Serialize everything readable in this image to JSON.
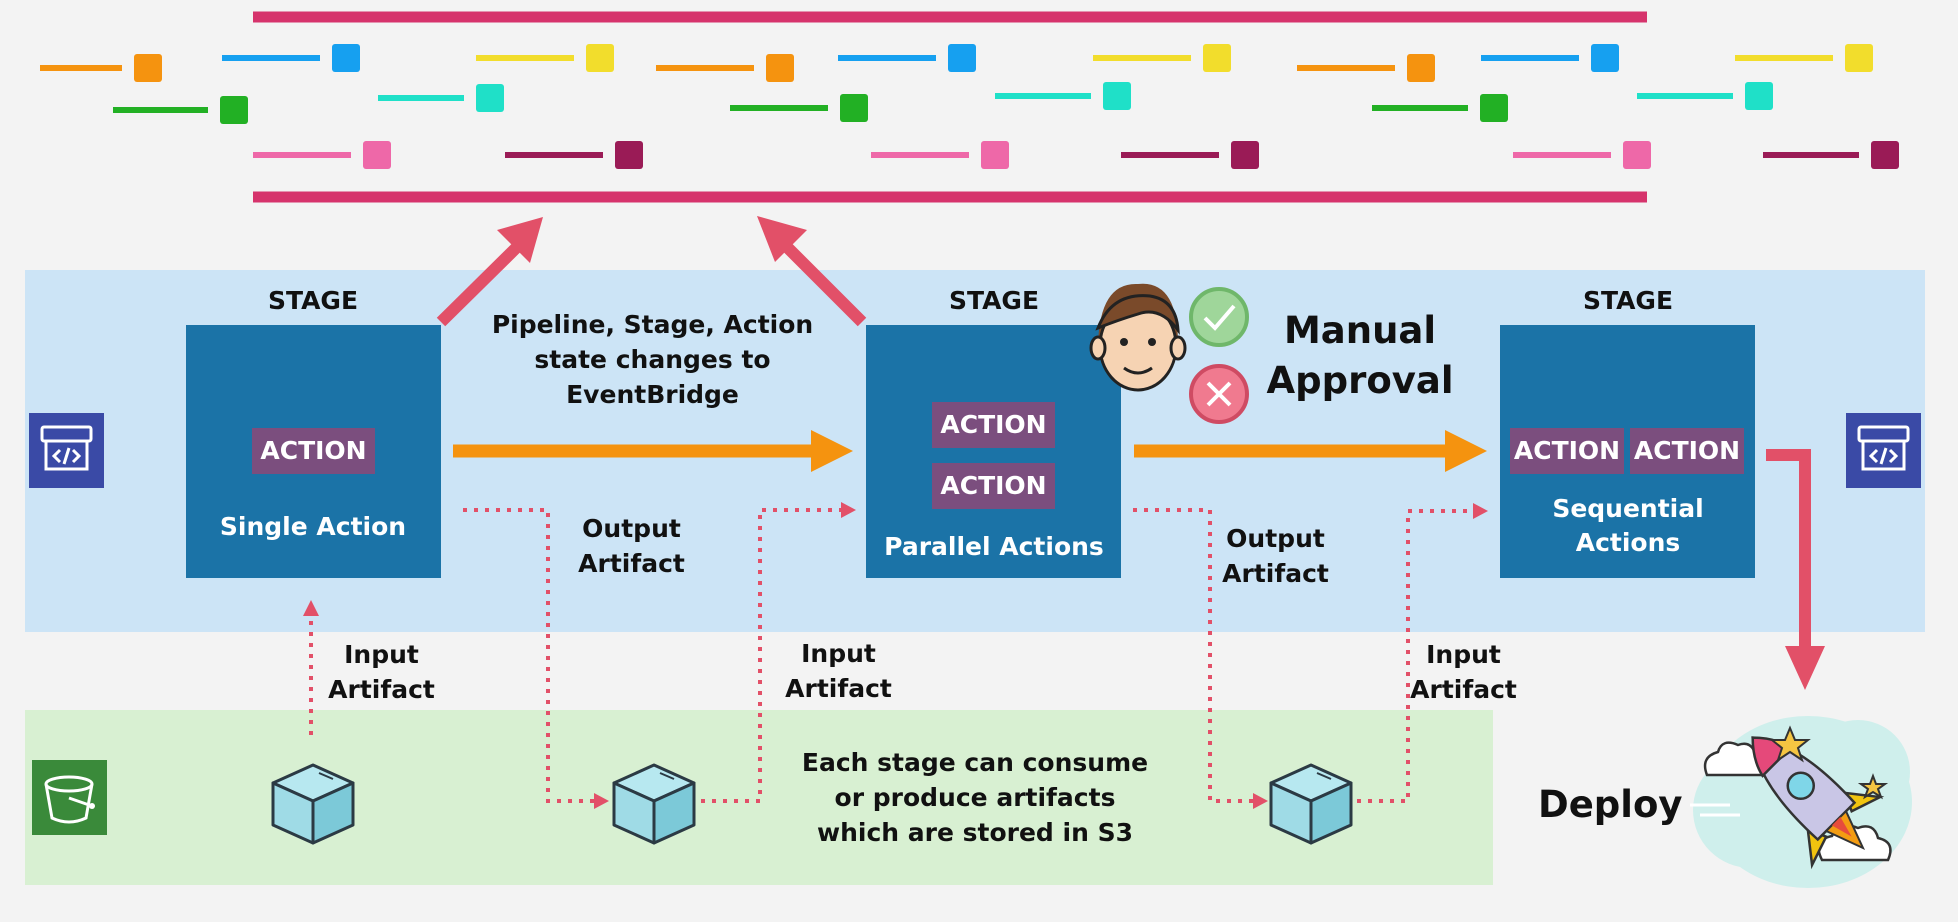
{
  "stage_label": "STAGE",
  "action_label": "ACTION",
  "stages": [
    {
      "name": "Single Action"
    },
    {
      "name": "Parallel Actions"
    },
    {
      "name": "Sequential Actions"
    }
  ],
  "eventbridge_note": "Pipeline, Stage, Action state changes to EventBridge",
  "output_artifact": "Output Artifact",
  "input_artifact": "Input Artifact",
  "manual_approval": "Manual Approval",
  "s3_note": "Each stage can consume or produce artifacts which are stored in S3",
  "deploy": "Deploy",
  "colors": {
    "stage": "#1b73a7",
    "action": "#7b4e7e",
    "pipeline_band": "#cce4f6",
    "s3_band": "#d8f0d2",
    "flow_arrow": "#f5930f",
    "event_arrow": "#e25068",
    "bus_line": "#d6336c",
    "event_colors": [
      "#f5930f",
      "#16a0f0",
      "#f2dd2c",
      "#1fe0c8",
      "#22b024",
      "#ee68a8",
      "#9a1b56"
    ]
  },
  "icons": [
    "codepipeline-icon",
    "s3-bucket-icon",
    "artifact-box-icon",
    "approve-check-icon",
    "reject-x-icon",
    "approver-face-icon",
    "rocket-icon"
  ]
}
